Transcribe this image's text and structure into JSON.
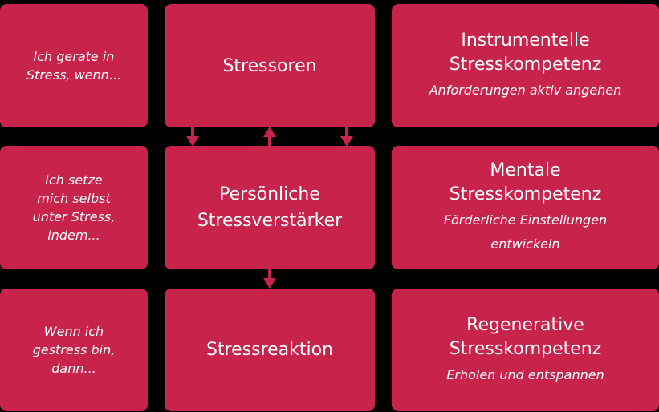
{
  "colors": {
    "box": "#c8234a",
    "text": "#ffffff",
    "background": "#000000"
  },
  "left": {
    "row1": [
      "Ich gerate in",
      "Stress, wenn..."
    ],
    "row2": [
      "Ich setze",
      "mich selbst",
      "unter Stress,",
      "indem..."
    ],
    "row3": [
      "Wenn ich",
      "gestress bin,",
      "dann..."
    ]
  },
  "middle": {
    "row1": [
      "Stressoren"
    ],
    "row2": [
      "Persönliche",
      "Stressverstärker"
    ],
    "row3": [
      "Stressreaktion"
    ]
  },
  "right": {
    "row1": {
      "title": [
        "Instrumentelle",
        "Stresskompetenz"
      ],
      "subtitle": [
        "Anforderungen aktiv angehen"
      ]
    },
    "row2": {
      "title": [
        "Mentale",
        "Stresskompetenz"
      ],
      "subtitle": [
        "Förderliche Einstellungen",
        "entwickeln"
      ]
    },
    "row3": {
      "title": [
        "Regenerative",
        "Stresskompetenz"
      ],
      "subtitle": [
        "Erholen und entspannen"
      ]
    }
  },
  "arrows": [
    {
      "name": "stressoren-to-verstaerker-left",
      "direction": "down"
    },
    {
      "name": "verstaerker-to-stressoren",
      "direction": "up"
    },
    {
      "name": "stressoren-to-verstaerker-right",
      "direction": "down"
    },
    {
      "name": "verstaerker-to-reaktion",
      "direction": "down"
    }
  ]
}
